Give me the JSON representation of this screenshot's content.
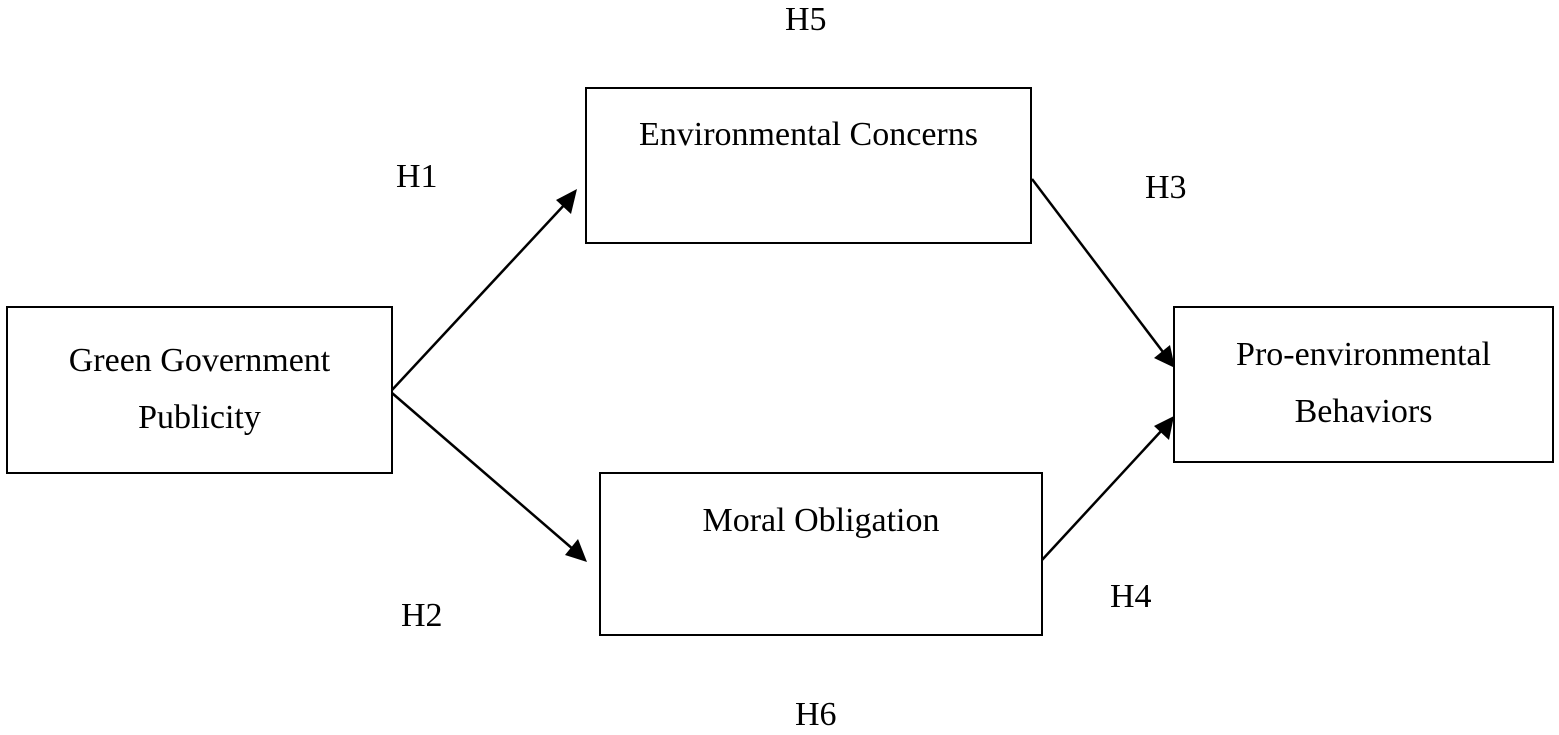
{
  "nodes": {
    "ggp": {
      "line1": "Green Government",
      "line2": "Publicity"
    },
    "ec": {
      "label": "Environmental Concerns"
    },
    "mo": {
      "label": "Moral Obligation"
    },
    "peb": {
      "line1": "Pro-environmental",
      "line2": "Behaviors"
    }
  },
  "hypotheses": {
    "h1": "H1",
    "h2": "H2",
    "h3": "H3",
    "h4": "H4",
    "h5": "H5",
    "h6": "H6"
  },
  "edges": [
    {
      "from": "ggp",
      "to": "ec",
      "hypothesis": "H1"
    },
    {
      "from": "ggp",
      "to": "mo",
      "hypothesis": "H2"
    },
    {
      "from": "ec",
      "to": "peb",
      "hypothesis": "H3"
    },
    {
      "from": "mo",
      "to": "peb",
      "hypothesis": "H4"
    }
  ],
  "colors": {
    "stroke": "#000000",
    "background": "#ffffff"
  }
}
